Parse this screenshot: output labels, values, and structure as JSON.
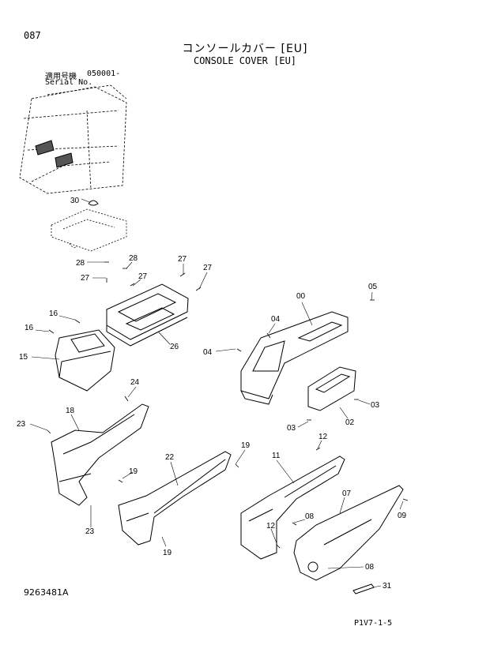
{
  "header": {
    "page_number": "087",
    "title_jp": "コンソールカバー [EU]",
    "title_en": "CONSOLE COVER [EU]",
    "serial_label_jp": "適用号機",
    "serial_value": "050001-",
    "serial_label_en": "Serial No."
  },
  "footer": {
    "doc_number": "9263481A",
    "page_ref": "P1V7-1-5"
  },
  "callouts": {
    "p00": "00",
    "p02": "02",
    "p03a": "03",
    "p03b": "03",
    "p04a": "04",
    "p04b": "04",
    "p05": "05",
    "p07": "07",
    "p08a": "08",
    "p08b": "08",
    "p09": "09",
    "p11": "11",
    "p12a": "12",
    "p12b": "12",
    "p15": "15",
    "p16a": "16",
    "p16b": "16",
    "p18": "18",
    "p19a": "19",
    "p19b": "19",
    "p19c": "19",
    "p22": "22",
    "p23a": "23",
    "p23b": "23",
    "p24": "24",
    "p26": "26",
    "p27a": "27",
    "p27b": "27",
    "p27c": "27",
    "p27d": "27",
    "p28a": "28",
    "p28b": "28",
    "p30": "30",
    "p31": "31"
  }
}
